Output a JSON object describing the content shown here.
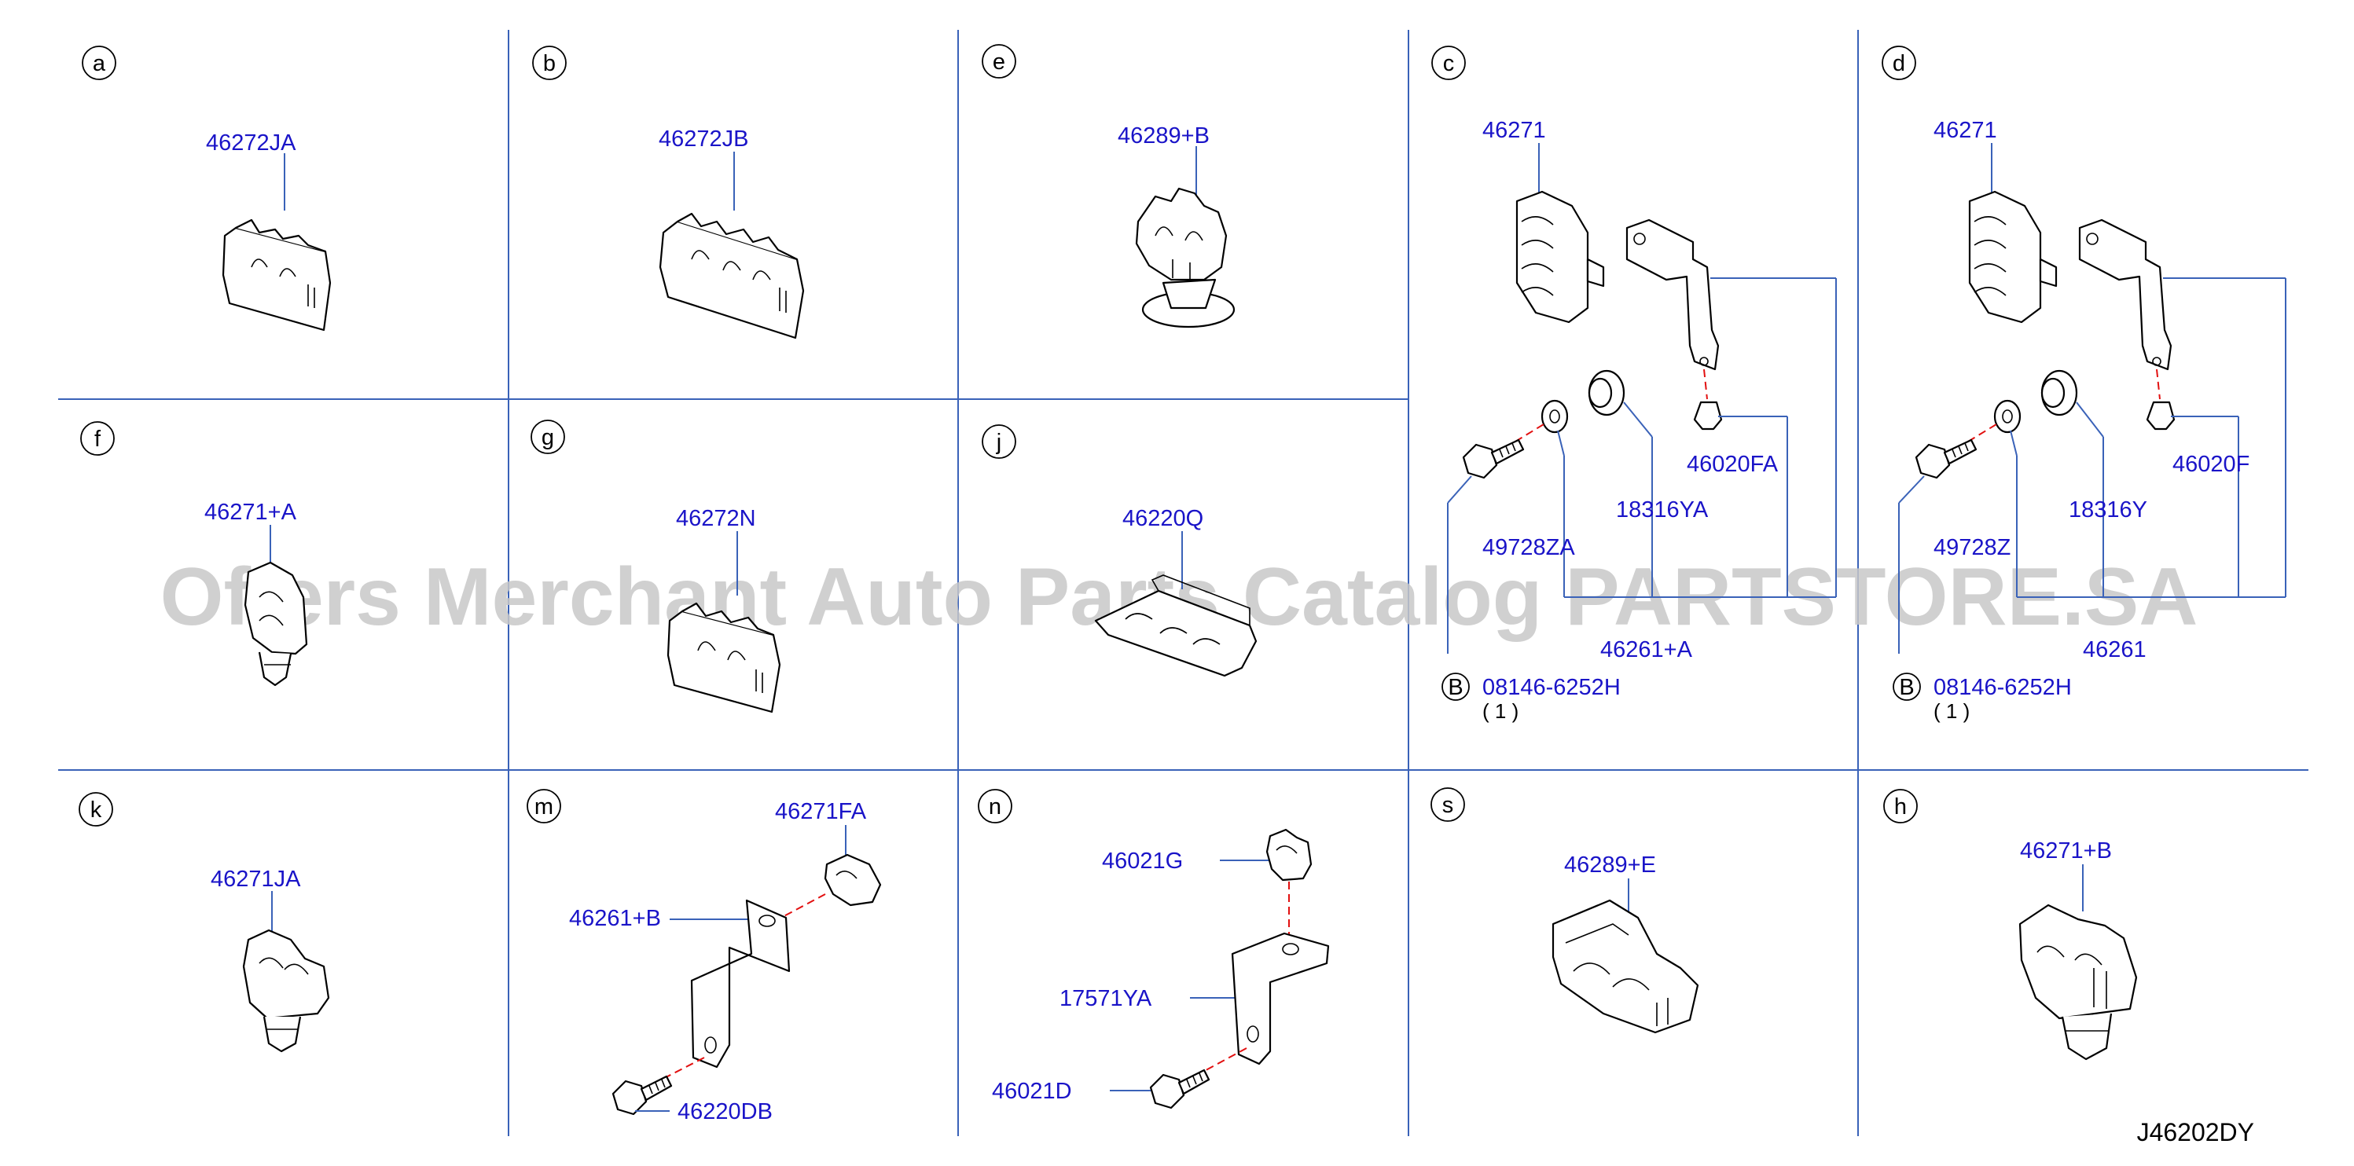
{
  "diagram": {
    "code": "J46202DY",
    "watermark": "Offers Merchant Auto Parts Catalog PARTSTORE.SA",
    "colors": {
      "part_number": "#1a14c8",
      "grid": "#3a62b8",
      "watermark": "#c8c8c8",
      "dashed_guide": "#e21010"
    },
    "icons": [
      "clip-icon",
      "clamp-icon",
      "bracket-icon",
      "bolt-icon",
      "washer-icon",
      "grommet-icon",
      "pin-icon"
    ],
    "cells": {
      "a": {
        "letter": "a",
        "parts": [
          "46272JA"
        ]
      },
      "b": {
        "letter": "b",
        "parts": [
          "46272JB"
        ]
      },
      "e": {
        "letter": "e",
        "parts": [
          "46289+B"
        ]
      },
      "c": {
        "letter": "c",
        "parts": [
          "46271",
          "46020FA",
          "18316YA",
          "49728ZA",
          "46261+A",
          "08146-6252H"
        ],
        "bolt_marker": "B",
        "qty": "( 1 )"
      },
      "d": {
        "letter": "d",
        "parts": [
          "46271",
          "46020F",
          "18316Y",
          "49728Z",
          "46261",
          "08146-6252H"
        ],
        "bolt_marker": "B",
        "qty": "( 1 )"
      },
      "f": {
        "letter": "f",
        "parts": [
          "46271+A"
        ]
      },
      "g": {
        "letter": "g",
        "parts": [
          "46272N"
        ]
      },
      "j": {
        "letter": "j",
        "parts": [
          "46220Q"
        ]
      },
      "k": {
        "letter": "k",
        "parts": [
          "46271JA"
        ]
      },
      "m": {
        "letter": "m",
        "parts": [
          "46271FA",
          "46261+B",
          "46220DB"
        ]
      },
      "n": {
        "letter": "n",
        "parts": [
          "46021G",
          "17571YA",
          "46021D"
        ]
      },
      "s": {
        "letter": "s",
        "parts": [
          "46289+E"
        ]
      },
      "h": {
        "letter": "h",
        "parts": [
          "46271+B"
        ]
      }
    }
  }
}
